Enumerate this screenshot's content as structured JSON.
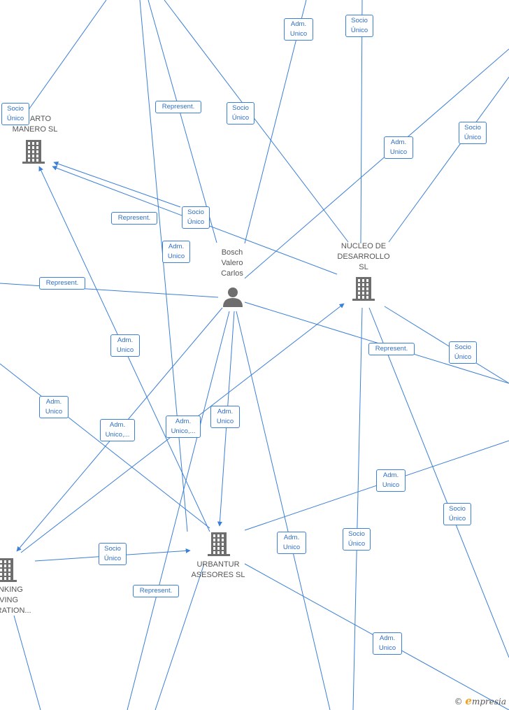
{
  "colors": {
    "edge": "#3b7fd6",
    "label_text": "#2f6fc4",
    "node_icon": "#6e6e6e",
    "node_text": "#555555"
  },
  "nodes": [
    {
      "id": "cuarto",
      "type": "company",
      "label": "CUARTO\nMANERO SL"
    },
    {
      "id": "bosch",
      "type": "person",
      "label": "Bosch\nValero\nCarlos"
    },
    {
      "id": "nucleo",
      "type": "company",
      "label": "NUCLEO DE\nDESARROLLO\nSL"
    },
    {
      "id": "urbantur",
      "type": "company",
      "label": "URBANTUR\nASESORES SL"
    },
    {
      "id": "banking",
      "type": "company",
      "label": "BANKING\nLIVING\nOPERATION..."
    }
  ],
  "edge_labels": [
    "Adm.\nUnico",
    "Socio\nÚnico",
    "Represent.",
    "Socio\nÚnico",
    "Socio\nÚnico",
    "Adm.\nUnico",
    "Socio\nÚnico",
    "Represent.",
    "Socio\nÚnico",
    "Adm.\nUnico",
    "Represent.",
    "Socio\nÚnico",
    "Represent.",
    "Adm.\nUnico",
    "Adm.\nUnico",
    "Adm.\nUnico,...",
    "Adm.\nUnico,...",
    "Adm.\nUnico",
    "Adm.\nUnico",
    "Socio\nÚnico",
    "Socio\nÚnico",
    "Represent.",
    "Adm.\nUnico",
    "Socio\nÚnico",
    "Adm.\nUnico"
  ],
  "brand": {
    "copyright": "©",
    "name_first": "e",
    "name_rest": "mpresia"
  }
}
